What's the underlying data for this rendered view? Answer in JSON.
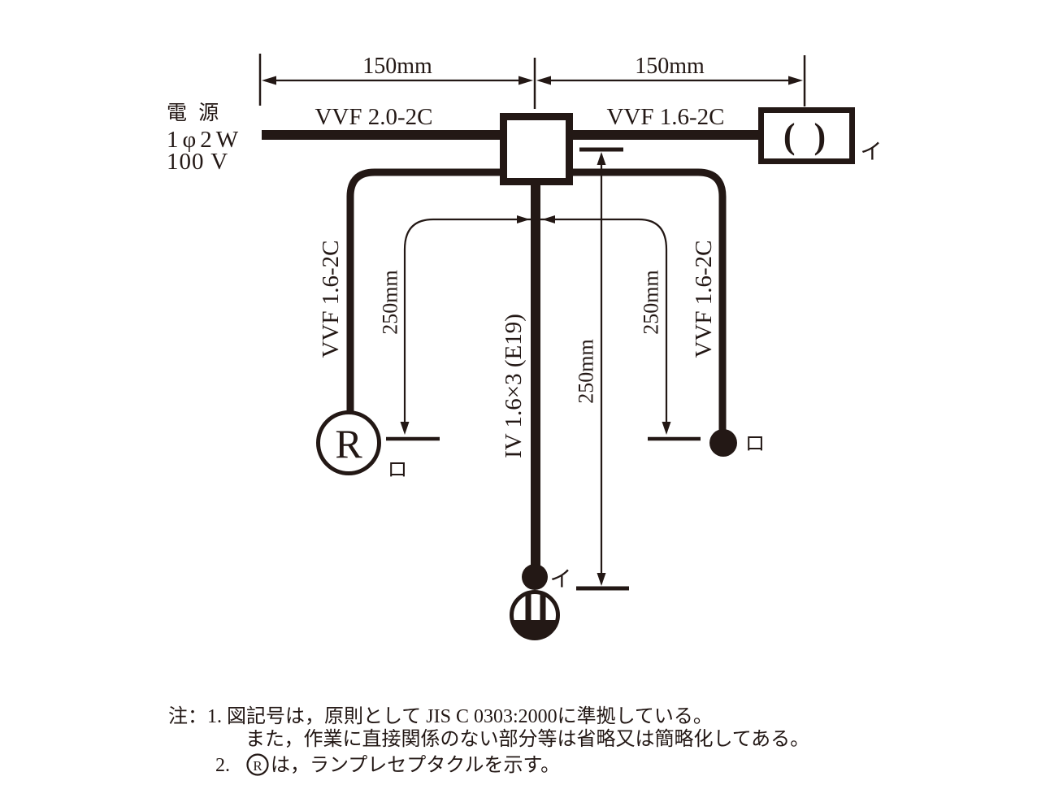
{
  "colors": {
    "ink": "#231815",
    "paper": "#ffffff"
  },
  "source": {
    "name": "電 源",
    "phase": "1φ2W",
    "voltage": "100 V"
  },
  "top_dimensions": {
    "left": "150mm",
    "right": "150mm"
  },
  "drop_dimensions": {
    "left": "250mm",
    "center": "250mm",
    "right": "250mm"
  },
  "cables": {
    "supply": "VVF 2.0-2C",
    "to_ceiling_rosette": "VVF 1.6-2C",
    "branch_left": "VVF 1.6-2C",
    "branch_right": "VVF 1.6-2C",
    "center_conduit": "IV 1.6×3 (E19)"
  },
  "devices": {
    "lamp_receptacle": {
      "symbol": "R",
      "circuit_label": "ロ"
    },
    "switch_right": {
      "circuit_label": "ロ"
    },
    "switch_center": {
      "circuit_label": "イ"
    },
    "ceiling_rosette": {
      "symbol": "( )",
      "circuit_label": "イ"
    }
  },
  "notes": {
    "line1": "注：1. 図記号は，原則として JIS C 0303:2000に準拠している。",
    "line2": "また，作業に直接関係のない部分等は省略又は簡略化してある。",
    "item2_prefix": "2.",
    "item2_symbol": "R",
    "item2_suffix": "は，ランプレセプタクルを示す。"
  }
}
